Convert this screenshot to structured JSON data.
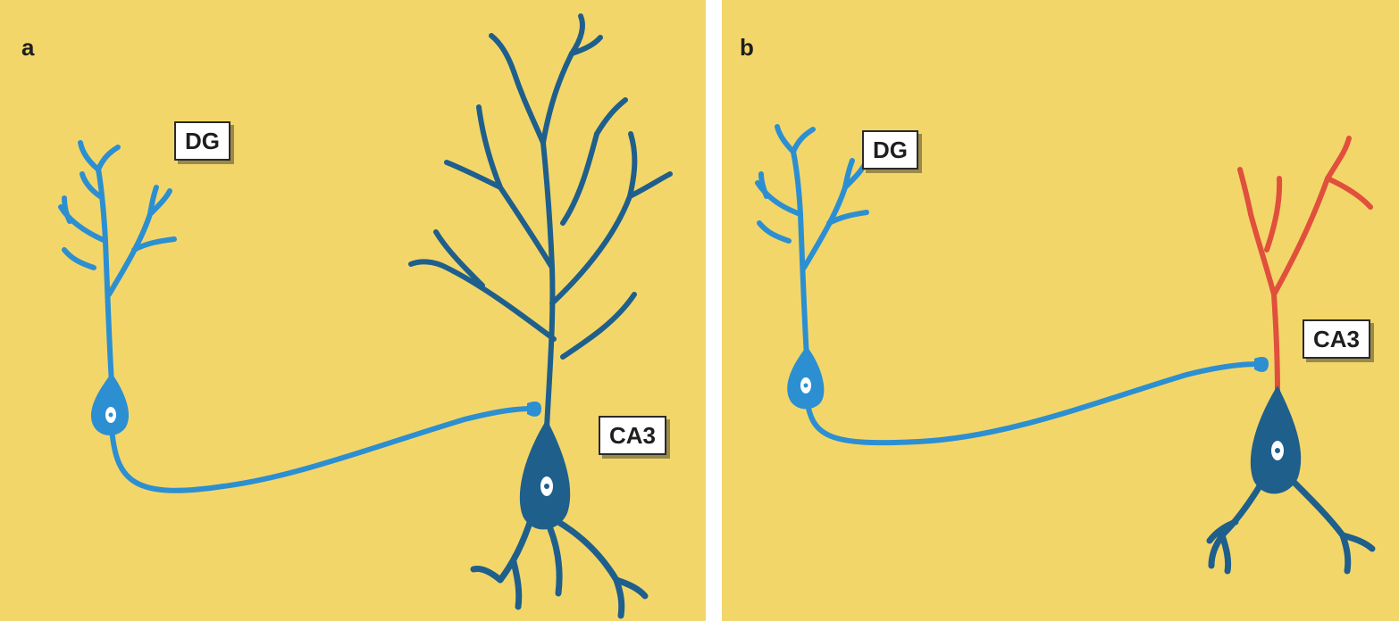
{
  "panels": [
    {
      "id": "a",
      "letter": "a",
      "labels": {
        "granule": "DG",
        "pyramidal": "CA3"
      }
    },
    {
      "id": "b",
      "letter": "b",
      "labels": {
        "granule": "DG",
        "pyramidal": "CA3"
      }
    }
  ],
  "colors": {
    "background": "#f3d66a",
    "granule_cell": "#2c8fd1",
    "pyramidal_cell": "#1f5f8c",
    "shortened_dendrites": "#e0503c",
    "nucleus": "#ffffff",
    "label_box": "#ffffff"
  }
}
